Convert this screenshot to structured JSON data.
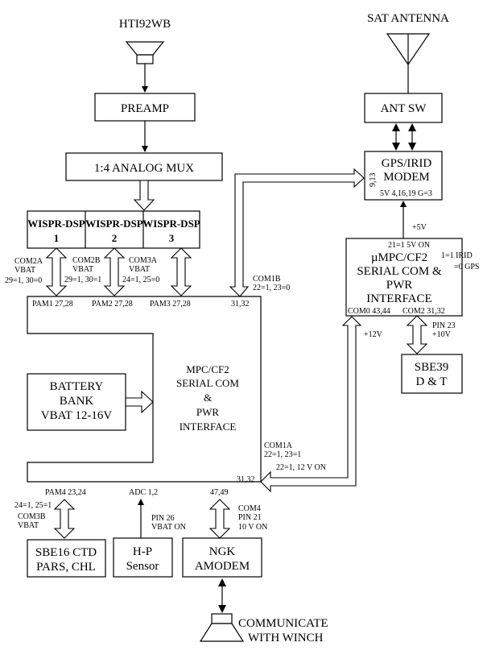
{
  "top_labels": {
    "hydrophone": "HTI92WB",
    "sat_antenna": "SAT ANTENNA"
  },
  "boxes": {
    "preamp": "PREAMP",
    "mux": "1:4 ANALOG MUX",
    "wispr": [
      {
        "line1": "WISPR-DSP",
        "line2": "1"
      },
      {
        "line1": "WISPR-DSP",
        "line2": "2"
      },
      {
        "line1": "WISPR-DSP",
        "line2": "3"
      }
    ],
    "ant_sw": "ANT SW",
    "gps_modem": {
      "line1": "GPS/IRID",
      "line2": "MODEM",
      "side": "9,13",
      "pins": "5V 4,16,19  G=3"
    },
    "umpc": {
      "top": "21=1 5V ON",
      "line1": "µMPC/CF2",
      "line2": "SERIAL COM &",
      "line3": "PWR",
      "line4": "INTERFACE",
      "com0": "COM0 43,44",
      "com2": "COM2 31,32"
    },
    "battery": {
      "line1": "BATTERY",
      "line2": "BANK",
      "line3": "VBAT 12-16V"
    },
    "mpc": {
      "line1": "MPC/CF2",
      "line2": "SERIAL COM",
      "line3": "&",
      "line4": "PWR",
      "line5": "INTERFACE",
      "pam1": "PAM1 27,28",
      "pam2": "PAM2 27,28",
      "pam3": "PAM3 27,28",
      "p3132": "31,32",
      "pam4": "PAM4 23,24",
      "adc": "ADC 1,2",
      "p4749": "47,49",
      "p3132b": "31,32"
    },
    "sbe39": {
      "line1": "SBE39",
      "line2": "D & T"
    },
    "sbe16": {
      "line1": "SBE16 CTD",
      "line2": "PARS, CHL"
    },
    "hp": {
      "line1": "H-P",
      "line2": "Sensor"
    },
    "ngk": {
      "line1": "NGK",
      "line2": "AMODEM"
    }
  },
  "annotations": {
    "com2a": [
      "COM2A",
      "VBAT",
      "29=1, 30=0"
    ],
    "com2b": [
      "COM2B",
      "VBAT",
      "29=1, 30=1"
    ],
    "com3a": [
      "COM3A",
      "VBAT",
      "24=1, 25=0"
    ],
    "com1b": [
      "COM1B",
      "22=1, 23=0"
    ],
    "plus5v": "+5V",
    "irid_sel": [
      "1=1 IRID",
      "=0 GPS"
    ],
    "plus12v": "+12V",
    "pin23": [
      "PIN 23",
      "+10V"
    ],
    "com1a": [
      "COM1A",
      "22=1, 23=1",
      "22=1, 12 V ON"
    ],
    "com3b": [
      "24=1, 25=1",
      "COM3B",
      "VBAT"
    ],
    "pin26": [
      "PIN 26",
      "VBAT ON"
    ],
    "com4": [
      "COM4",
      "PIN 21",
      "10 V ON"
    ],
    "winch": [
      "COMMUNICATE",
      "WITH WINCH"
    ]
  }
}
